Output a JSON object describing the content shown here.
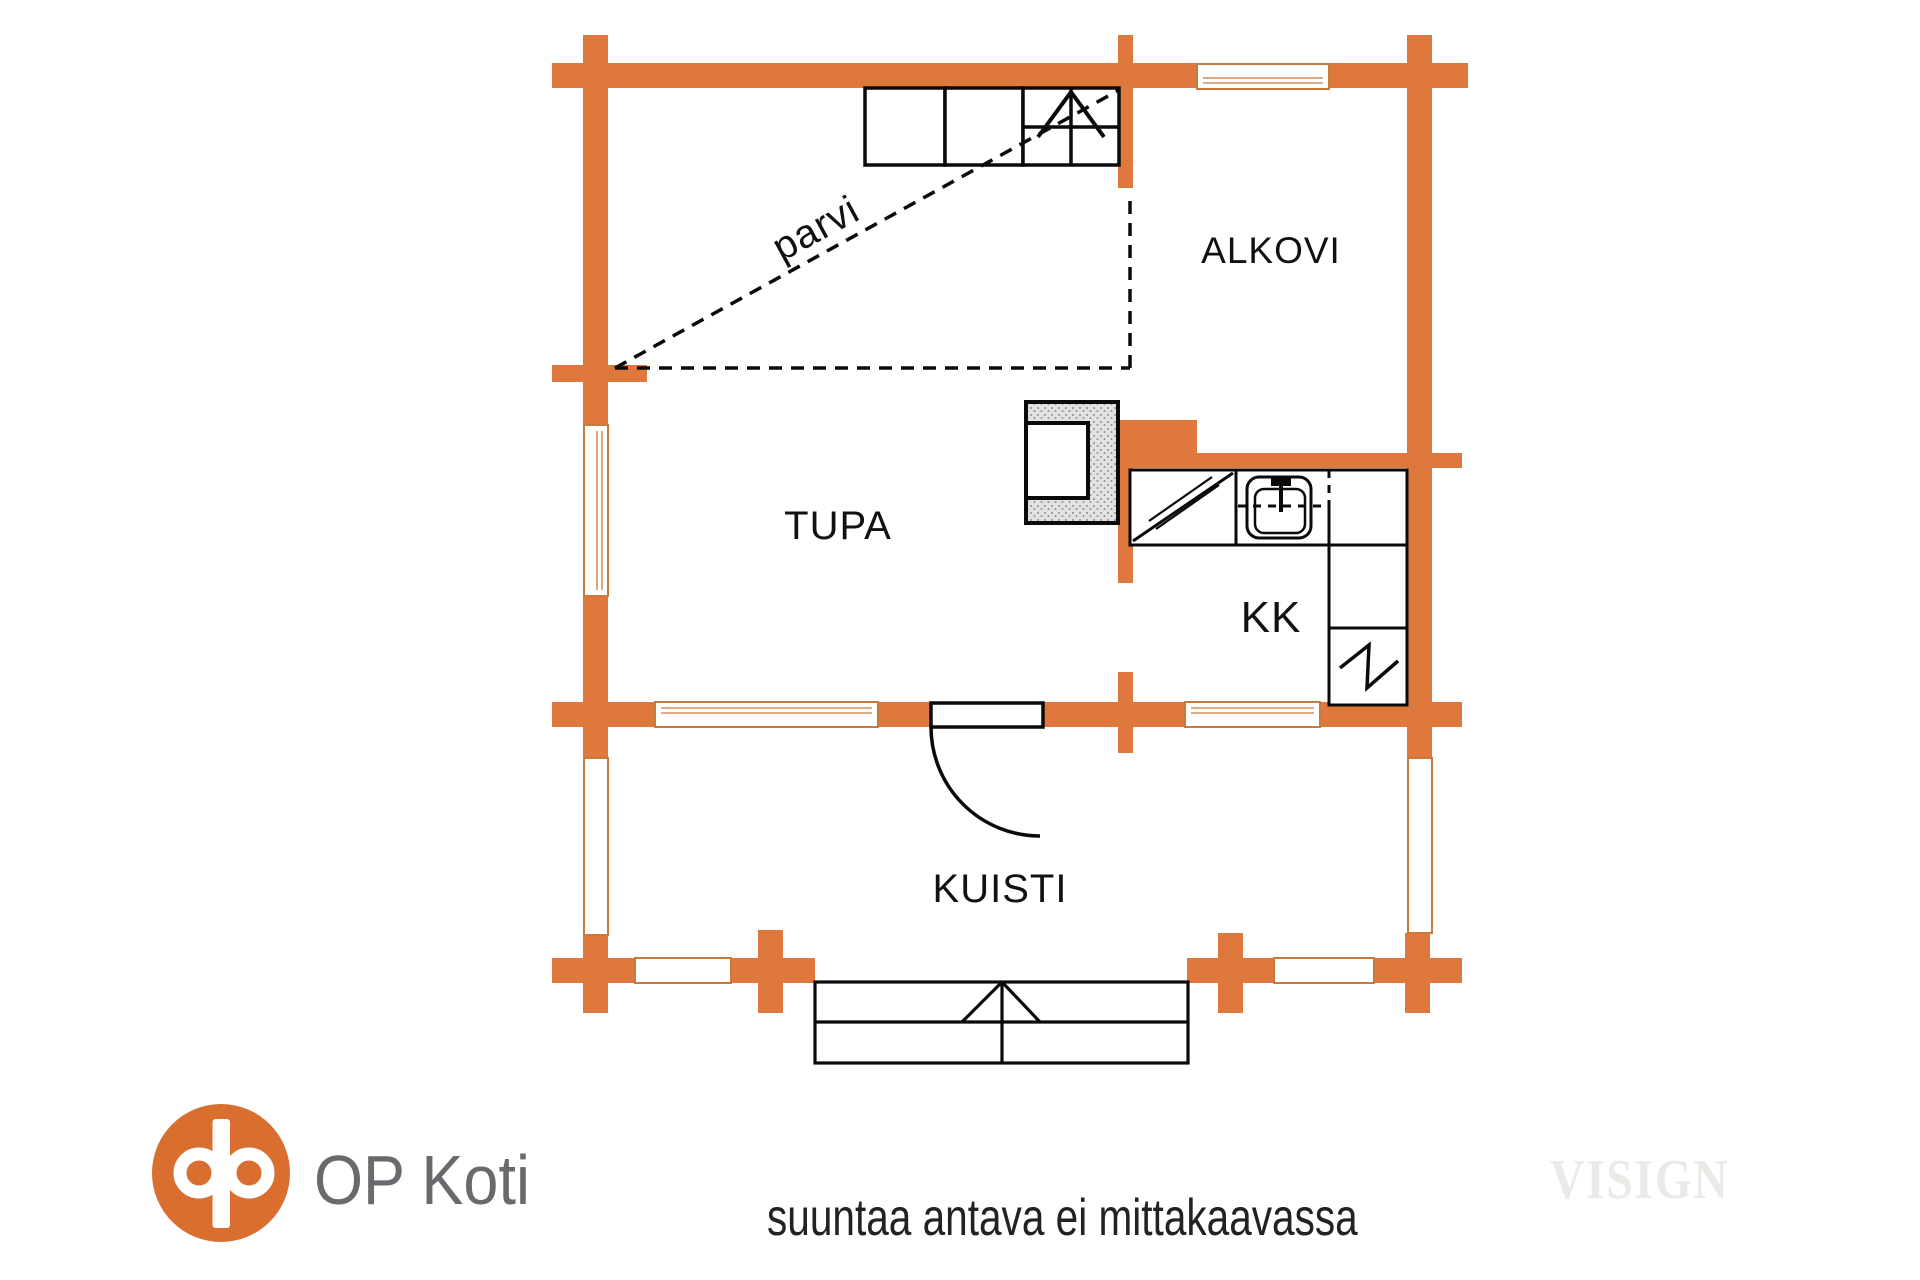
{
  "colors": {
    "wall": "#DE783C",
    "logo_orange": "#D96E2E",
    "line": "#0a0a0a",
    "window_outline": "#C9793C",
    "label": "#111111",
    "brand_text": "#696a6e",
    "note_text": "#222222",
    "watermark_text": "#ECEAE7"
  },
  "rooms": {
    "tupa": "TUPA",
    "alkovi": "ALKOVI",
    "kk": "KK",
    "kuisti": "KUISTI",
    "parvi": "parvi"
  },
  "footer": {
    "brand": "OP Koti",
    "note": "suuntaa antava ei mittakaavassa",
    "watermark": "VISIGN"
  }
}
